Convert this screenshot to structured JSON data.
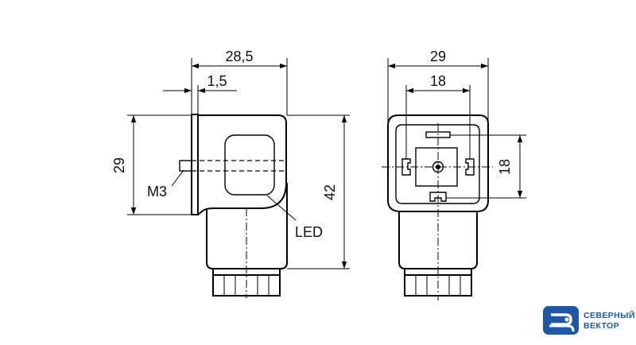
{
  "side_view": {
    "dim_width": "28,5",
    "dim_flange": "1,5",
    "dim_body_height": "29",
    "dim_total_height": "42",
    "label_screw": "M3",
    "label_led": "LED"
  },
  "front_view": {
    "dim_width": "29",
    "dim_pin_spacing_h": "18",
    "dim_pin_spacing_v": "18"
  },
  "brand": {
    "line1": "СЕВЕРНЫЙ",
    "line2": "ВЕКТОР",
    "color": "#1f57a8"
  }
}
